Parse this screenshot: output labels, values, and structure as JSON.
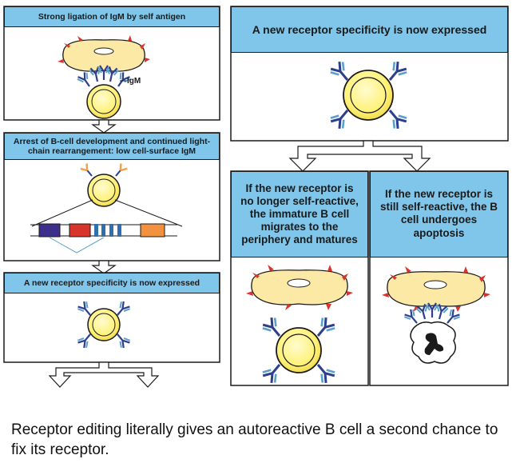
{
  "left_column": {
    "step1_title": "Strong ligation of IgM by self antigen",
    "igm_label": "IgM",
    "step2_title": "Arrest of B-cell development and continued light-chain rearrangement: low cell-surface IgM",
    "step3_title": "A new receptor specificity is now expressed"
  },
  "right_column": {
    "top_title": "A new receptor specificity is now expressed",
    "branch_left_title": "If the new receptor is no longer self-reactive, the immature B cell migrates to the periphery and matures",
    "branch_right_title": "If the new receptor is still self-reactive, the B cell undergoes apoptosis"
  },
  "caption": "Receptor editing literally gives an autoreactive B cell a second chance to fix its receptor.",
  "colors": {
    "header_fill": "#7fc6ea",
    "cell_fill": "#fff27a",
    "antigen_fill": "#fde9a6",
    "antigen_spike": "#d9342b",
    "receptor_heavy": "#2d3f8e",
    "receptor_light": "#5aa0c8",
    "receptor_orange": "#f2a04a",
    "gene_purple": "#3c2f8c",
    "gene_red": "#d9342b",
    "gene_blue": "#2f6fb0",
    "gene_orange": "#f2913f"
  }
}
